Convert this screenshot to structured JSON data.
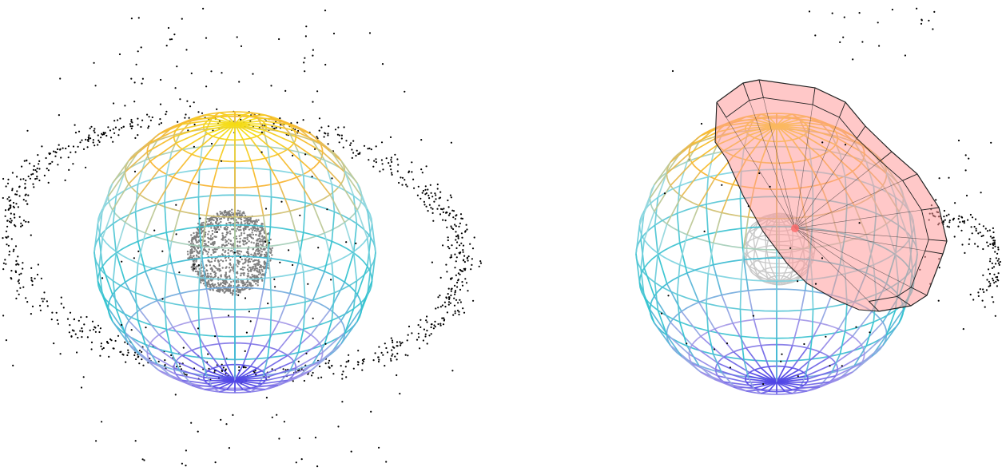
{
  "figure": {
    "panels": [
      {
        "id": "left",
        "description_text": "",
        "elements": [
          "scattered-points",
          "outer-ring-points",
          "wireframe-sphere",
          "inner-point-cluster"
        ]
      },
      {
        "id": "right",
        "description_text": "",
        "elements": [
          "scattered-points",
          "partial-ring-points",
          "wireframe-sphere",
          "inner-gray-sphere",
          "red-wedge-surface",
          "center-marker"
        ]
      }
    ],
    "colors": {
      "background": "#ffffff",
      "points": "#000000",
      "inner_cluster": "#7f7f7f",
      "inner_sphere_grid": "#c8c8c8",
      "wedge_fill": "#ff9a9a",
      "wedge_edge": "#222222",
      "center_marker": "#ff6f6f",
      "sphere_top": "#f3e311",
      "sphere_upper": "#f8b332",
      "sphere_mid": "#5cc7d6",
      "sphere_low": "#2ec2cf",
      "sphere_bottom": "#3f35e6",
      "sphere_lower_band": "#a99ee8"
    }
  }
}
